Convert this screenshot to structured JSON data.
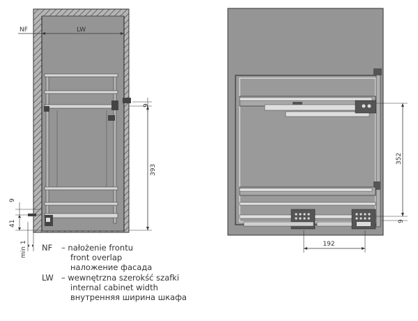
{
  "dimensions": {
    "nf": "NF",
    "lw": "LW",
    "height_393": "393",
    "gap_9_top": "9",
    "gap_9_left": "9",
    "dim_41": "41",
    "min_1": "min 1",
    "height_352": "352",
    "gap_9_right": "9",
    "width_192": "192"
  },
  "legend": [
    {
      "key": "NF",
      "lines": [
        "– nałożenie frontu",
        "front overlap",
        "наложение фасада"
      ]
    },
    {
      "key": "LW",
      "lines": [
        "– wewnętrzna szerokść szafki",
        "internal cabinet width",
        "внутренняя ширина шкафа"
      ]
    }
  ],
  "colors": {
    "cabinet_fill": "#959595",
    "line": "#333333",
    "hatch": "#555555"
  }
}
